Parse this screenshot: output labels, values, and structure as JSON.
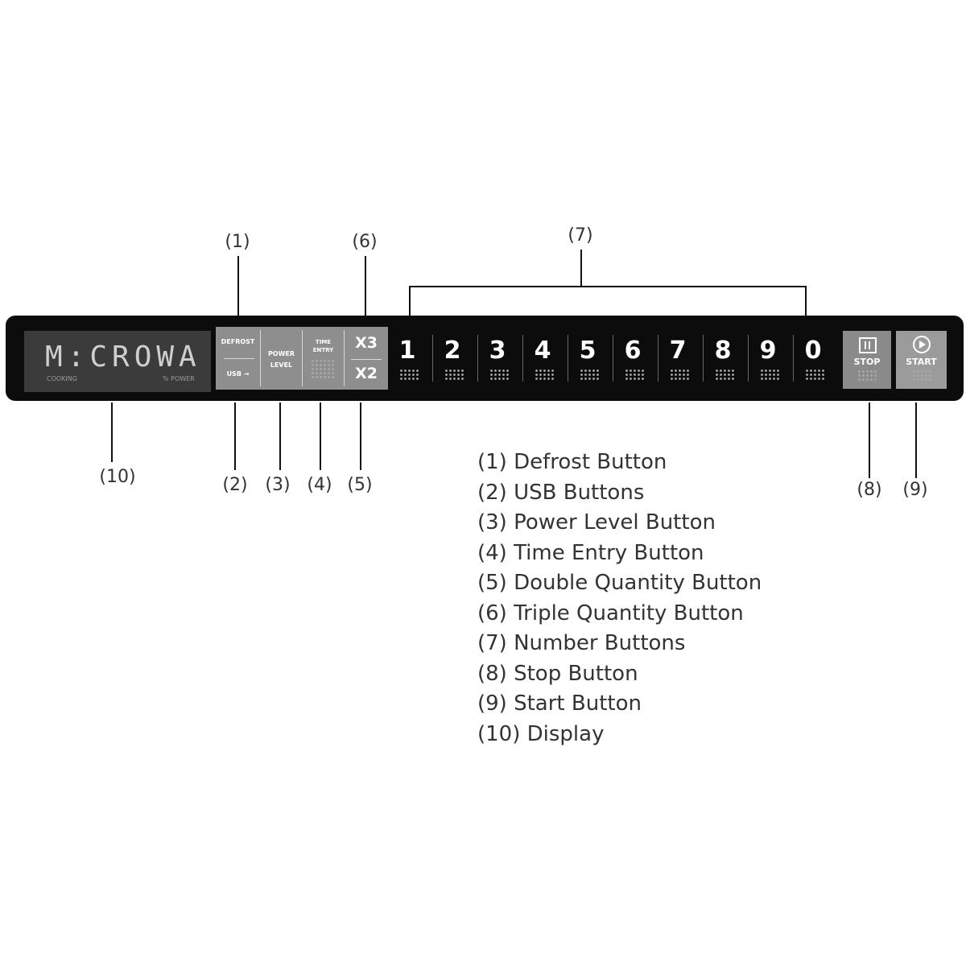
{
  "callouts": {
    "c1": "(1)",
    "c2": "(2)",
    "c3": "(3)",
    "c4": "(4)",
    "c5": "(5)",
    "c6": "(6)",
    "c7": "(7)",
    "c8": "(8)",
    "c9": "(9)",
    "c10": "(10)"
  },
  "panel": {
    "display": {
      "text": "M:CROWA",
      "sub_left": "COOKING",
      "sub_right": "% POWER"
    },
    "defrost_label": "DEFROST",
    "usb_label": "USB",
    "power_level_line1": "POWER",
    "power_level_line2": "LEVEL",
    "time_entry_line1": "TIME",
    "time_entry_line2": "ENTRY",
    "triple_label": "X3",
    "double_label": "X2",
    "numbers": [
      "1",
      "2",
      "3",
      "4",
      "5",
      "6",
      "7",
      "8",
      "9",
      "0"
    ],
    "stop_label": "STOP",
    "start_label": "START"
  },
  "legend": [
    "(1) Defrost Button",
    "(2) USB Buttons",
    "(3) Power Level Button",
    "(4) Time Entry Button",
    "(5) Double Quantity Button",
    "(6) Triple Quantity Button",
    "(7) Number Buttons",
    "(8) Stop Button",
    "(9) Start Button",
    "(10) Display"
  ],
  "colors": {
    "panel": "#0c0c0c",
    "display": "#3b3b3b",
    "function_block": "#8e8e8e",
    "stop_button": "#8a8a8a",
    "start_button": "#9b9b9b"
  }
}
